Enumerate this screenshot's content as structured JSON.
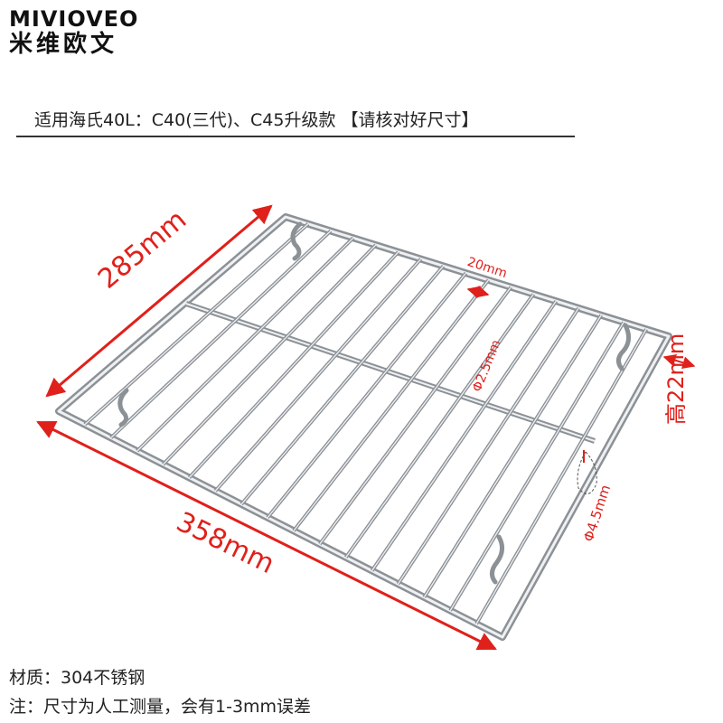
{
  "brand": {
    "latin": "MIVIOVEO",
    "chinese": "米维欧文"
  },
  "fit_text": "适用海氏40L：C40(三代)、C45升级款 【请核对好尺寸】",
  "dimensions": {
    "length": "358mm",
    "width": "285mm",
    "height": "高22mm",
    "spacing": "20mm",
    "inner_wire": "Φ2.5mm",
    "frame_wire": "Φ4.5mm"
  },
  "notes": {
    "material": "材质：304不锈钢",
    "disclaimer": "注：尺寸为人工测量，会有1-3mm误差"
  },
  "colors": {
    "accent": "#e0201b",
    "steel": "#9a9fa4",
    "steel_light": "#e6e8ea"
  }
}
